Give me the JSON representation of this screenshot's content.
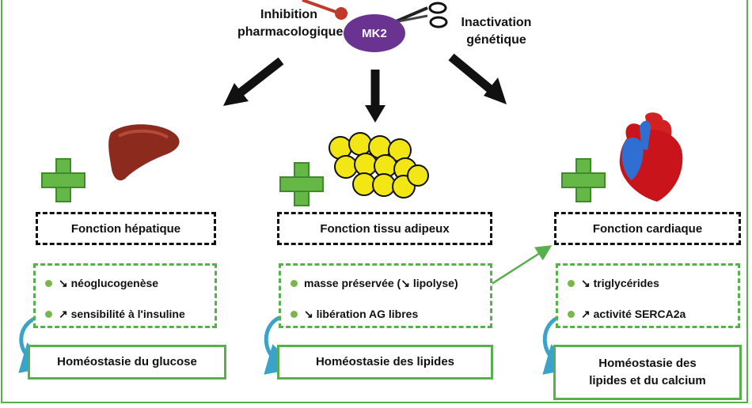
{
  "top": {
    "inhibition_line1": "Inhibition",
    "inhibition_line2": "pharmacologique",
    "mk2": "MK2",
    "inactivation_line1": "Inactivation",
    "inactivation_line2": "génétique"
  },
  "columns": [
    {
      "organ_icon": "liver-icon",
      "title": "Fonction hépatique",
      "items": [
        "↘ néoglucogenèse",
        "↗ sensibilité à l'insuline"
      ],
      "result": [
        "Homéostasie du glucose"
      ]
    },
    {
      "organ_icon": "adipose-tissue-icon",
      "title": "Fonction tissu adipeux",
      "items": [
        "masse préservée (↘ lipolyse)",
        "↘ libération AG libres"
      ],
      "result": [
        "Homéostasie des lipides"
      ]
    },
    {
      "organ_icon": "heart-icon",
      "title": "Fonction cardiaque",
      "items": [
        "↘ triglycérides",
        "↗ activité SERCA2a"
      ],
      "result": [
        "Homéostasie des",
        "lipides et du calcium"
      ]
    }
  ],
  "colors": {
    "accent_green": "#58b04d",
    "mk2_purple": "#6a3391",
    "inhibitor_red": "#c0392b",
    "curve_blue": "#3aa3c9"
  }
}
